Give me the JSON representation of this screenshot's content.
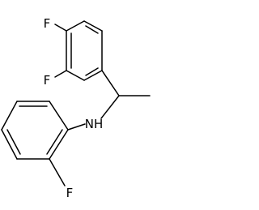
{
  "molecule": {
    "atoms": {
      "f_top": "F",
      "f_left": "F",
      "nh": "NH",
      "f_bottom": "F"
    },
    "colors": {
      "bond": "#000000",
      "label": "#000000",
      "background": "#ffffff"
    }
  }
}
